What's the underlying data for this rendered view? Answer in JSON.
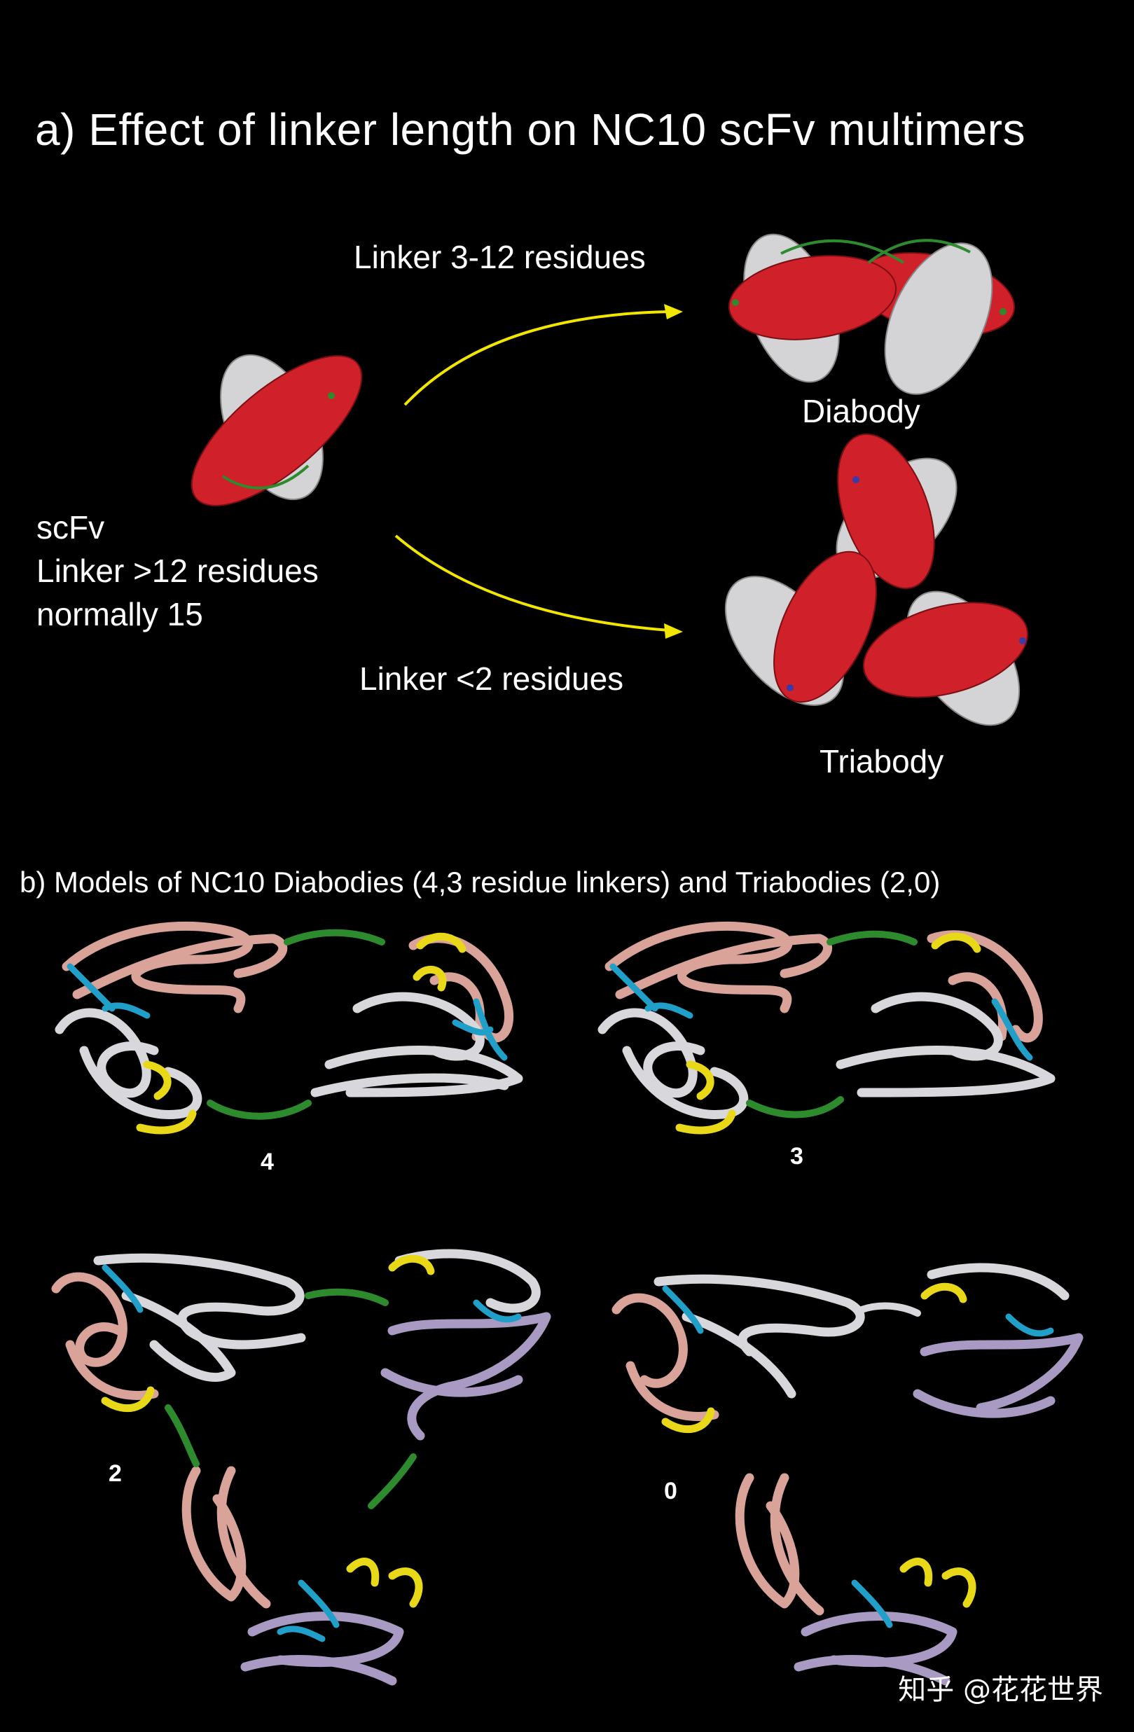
{
  "panel_a": {
    "title": "a) Effect of linker length on NC10 scFv multimers",
    "scfv_lines": [
      "scFv",
      "Linker >12 residues",
      "normally 15"
    ],
    "arrow_top_label": "Linker 3-12 residues",
    "arrow_bottom_label": "Linker <2 residues",
    "diabody_label": "Diabody",
    "triabody_label": "Triabody"
  },
  "panel_b": {
    "title": "b) Models of NC10 Diabodies (4,3 residue linkers) and Triabodies (2,0)",
    "models": [
      {
        "label": "4",
        "type": "diabody-model"
      },
      {
        "label": "3",
        "type": "diabody-model"
      },
      {
        "label": "2",
        "type": "triabody-model"
      },
      {
        "label": "0",
        "type": "triabody-model"
      }
    ]
  },
  "watermark": "知乎 @花花世界",
  "colors": {
    "background": "#000000",
    "vh_domain": "#d0202a",
    "vl_domain": "#d4d4d6",
    "linker": "#2d8a2d",
    "arrow": "#f2e600",
    "cdr_loop": "#e8d818",
    "disulfide": "#20a0c8",
    "ribbon_pink": "#d9a39a",
    "ribbon_white": "#d8d8dc",
    "ribbon_lavender": "#a99ac4"
  }
}
